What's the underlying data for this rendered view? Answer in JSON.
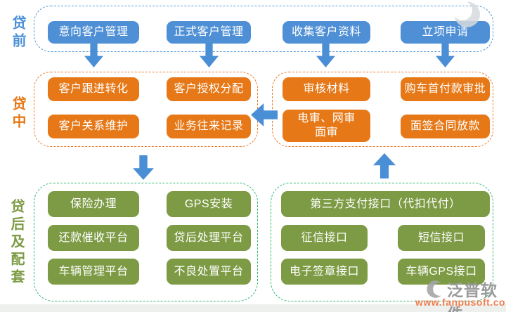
{
  "sections": {
    "pre_loan": {
      "label": "贷前",
      "buttons": [
        "意向客户管理",
        "正式客户管理",
        "收集客户资料",
        "立项申请"
      ]
    },
    "in_loan": {
      "label": "贷中",
      "left_buttons": [
        "客户跟进转化",
        "客户授权分配",
        "客户关系维护",
        "业务往来记录"
      ],
      "right_buttons": [
        "审核材料",
        "购车首付款审批",
        "电审、网审\n面审",
        "面签合同放款"
      ]
    },
    "post_loan": {
      "label": "贷后及配套",
      "left_buttons": [
        "保险办理",
        "GPS安装",
        "还款催收平台",
        "贷后处理平台",
        "车辆管理平台",
        "不良处置平台"
      ],
      "right_buttons": [
        "第三方支付接口（代扣代付）",
        "征信接口",
        "短信接口",
        "电子签章接口",
        "车辆GPS接口"
      ]
    }
  },
  "watermark": {
    "brand": "泛普软件",
    "url": "www.fanpusoft.com"
  },
  "colors": {
    "blue_node": "#4e8fd5",
    "orange_node": "#e67817",
    "green_node": "#7d9b44",
    "blue_dash": "#5b9bd5",
    "orange_dash": "#ee7c2b",
    "green_dash": "#2eb872",
    "arrow": "#4a8fd6",
    "watermark_text": "#9a9a9a",
    "watermark_url": "#ed7d4e"
  }
}
